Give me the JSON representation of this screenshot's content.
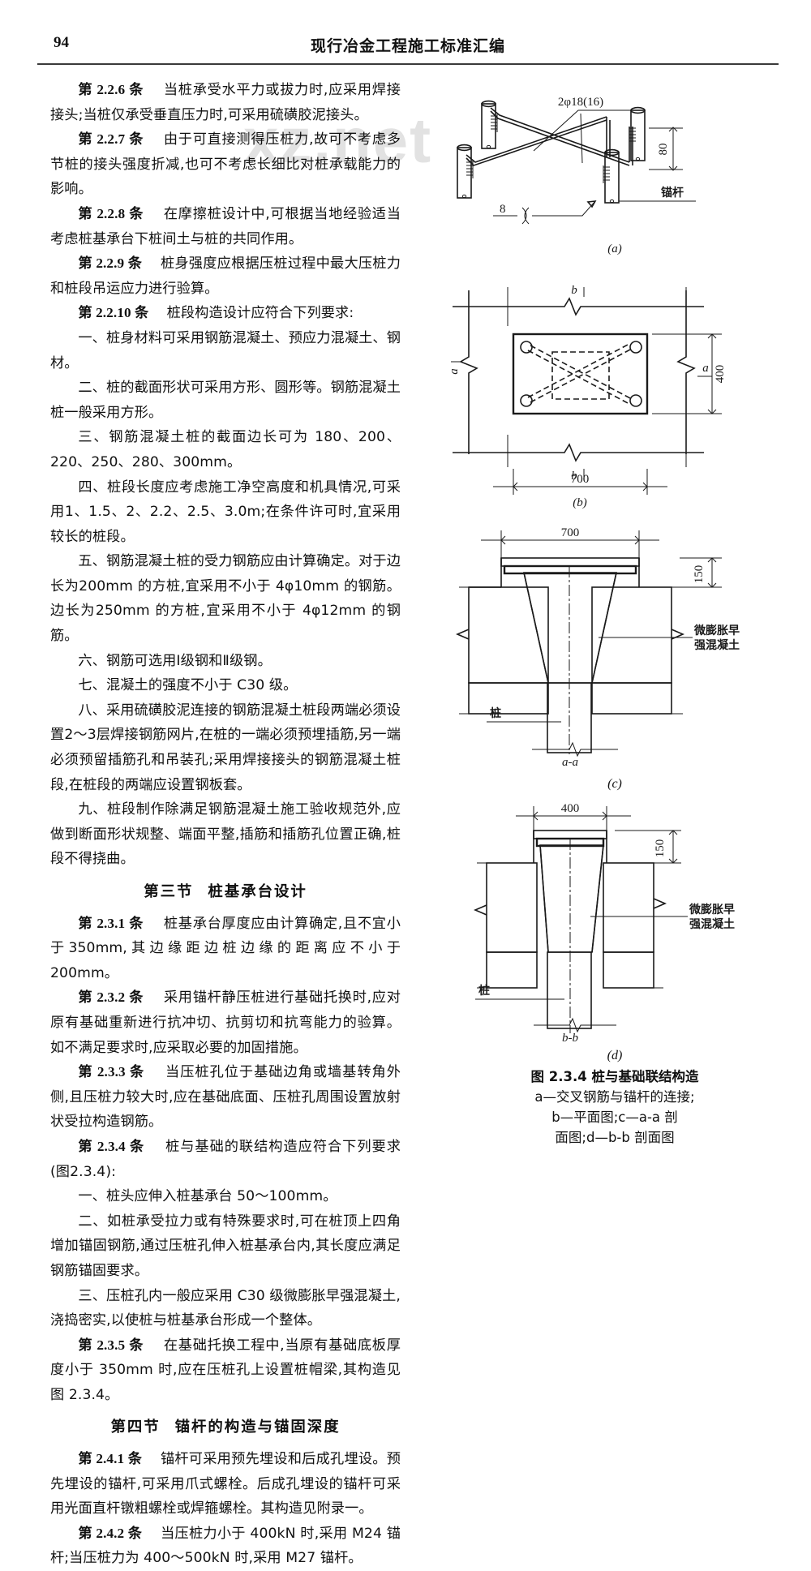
{
  "header": {
    "page_number": "94",
    "book_title": "现行冶金工程施工标准汇编"
  },
  "watermark": {
    "text": "xz.net"
  },
  "body": {
    "paragraphs": [
      {
        "label": "第 2.2.6 条",
        "text": "当桩承受水平力或拔力时,应采用焊接接头;当桩仅承受垂直压力时,可采用硫磺胶泥接头。"
      },
      {
        "label": "第 2.2.7 条",
        "text": "由于可直接测得压桩力,故可不考虑多节桩的接头强度折减,也可不考虑长细比对桩承载能力的影响。"
      },
      {
        "label": "第 2.2.8 条",
        "text": "在摩擦桩设计中,可根据当地经验适当考虑桩基承台下桩间土与桩的共同作用。"
      },
      {
        "label": "第 2.2.9 条",
        "text": "桩身强度应根据压桩过程中最大压桩力和桩段吊运应力进行验算。"
      },
      {
        "label": "第 2.2.10 条",
        "text": "桩段构造设计应符合下列要求:"
      },
      {
        "label": "",
        "text": "一、桩身材料可采用钢筋混凝土、预应力混凝土、钢材。"
      },
      {
        "label": "",
        "text": "二、桩的截面形状可采用方形、圆形等。钢筋混凝土桩一般采用方形。"
      },
      {
        "label": "",
        "text": "三、钢筋混凝土桩的截面边长可为 180、200、220、250、280、300mm。"
      },
      {
        "label": "",
        "text": "四、桩段长度应考虑施工净空高度和机具情况,可采用1、1.5、2、2.2、2.5、3.0m;在条件许可时,宜采用较长的桩段。"
      },
      {
        "label": "",
        "text": "五、钢筋混凝土桩的受力钢筋应由计算确定。对于边长为200mm 的方桩,宜采用不小于 4φ10mm 的钢筋。边长为250mm 的方桩,宜采用不小于 4φ12mm 的钢筋。"
      },
      {
        "label": "",
        "text": "六、钢筋可选用Ⅰ级钢和Ⅱ级钢。"
      },
      {
        "label": "",
        "text": "七、混凝土的强度不小于 C30 级。"
      },
      {
        "label": "",
        "text": "八、采用硫磺胶泥连接的钢筋混凝土桩段两端必须设置2～3层焊接钢筋网片,在桩的一端必须预埋插筋,另一端必须预留插筋孔和吊装孔;采用焊接接头的钢筋混凝土桩段,在桩段的两端应设置钢板套。"
      },
      {
        "label": "",
        "text": "九、桩段制作除满足钢筋混凝土施工验收规范外,应做到断面形状规整、端面平整,插筋和插筋孔位置正确,桩段不得挠曲。"
      }
    ],
    "section3": {
      "title_prefix": "第三节",
      "title": "桩基承台设计",
      "paragraphs": [
        {
          "label": "第 2.3.1 条",
          "text": "桩基承台厚度应由计算确定,且不宜小于350mm,其边缘距边桩边缘的距离应不小于 200mm。"
        },
        {
          "label": "第 2.3.2 条",
          "text": "采用锚杆静压桩进行基础托换时,应对原有基础重新进行抗冲切、抗剪切和抗弯能力的验算。如不满足要求时,应采取必要的加固措施。"
        },
        {
          "label": "第 2.3.3 条",
          "text": "当压桩孔位于基础边角或墙基转角外侧,且压桩力较大时,应在基础底面、压桩孔周围设置放射状受拉构造钢筋。"
        },
        {
          "label": "第 2.3.4 条",
          "text": "桩与基础的联结构造应符合下列要求(图2.3.4):"
        },
        {
          "label": "",
          "text": "一、桩头应伸入桩基承台 50～100mm。"
        },
        {
          "label": "",
          "text": "二、如桩承受拉力或有特殊要求时,可在桩顶上四角增加锚固钢筋,通过压桩孔伸入桩基承台内,其长度应满足钢筋锚固要求。"
        },
        {
          "label": "",
          "text": "三、压桩孔内一般应采用 C30 级微膨胀早强混凝土,浇捣密实,以使桩与桩基承台形成一个整体。"
        },
        {
          "label": "第 2.3.5 条",
          "text": "在基础托换工程中,当原有基础底板厚度小于 350mm 时,应在压桩孔上设置桩帽梁,其构造见图 2.3.4。"
        }
      ]
    },
    "section4": {
      "title_prefix": "第四节",
      "title": "锚杆的构造与锚固深度",
      "paragraphs": [
        {
          "label": "第 2.4.1 条",
          "text": "锚杆可采用预先埋设和后成孔埋设。预先埋设的锚杆,可采用爪式螺栓。后成孔埋设的锚杆可采用光面直杆镦粗螺栓或焊箍螺栓。其构造见附录一。"
        },
        {
          "label": "第 2.4.2 条",
          "text": "当压桩力小于 400kN 时,采用 M24 锚杆;当压桩力为 400～500kN 时,采用 M27 锚杆。"
        }
      ]
    }
  },
  "figures": {
    "fig_a": {
      "sub_label": "(a)",
      "rebar_label": "2φ18(16)",
      "dim_80": "80",
      "anchor_label": "锚杆",
      "weld_label": "8"
    },
    "fig_b": {
      "sub_label": "(b)",
      "section_b_top": "b",
      "section_b_bottom": "b",
      "section_a_left": "a",
      "section_a_right": "a",
      "dim_width": "700",
      "dim_height": "400"
    },
    "fig_c": {
      "sub_label": "(c)",
      "section_name": "a-a",
      "dim_width": "700",
      "dim_height": "150",
      "concrete_label_l1": "微膨胀早",
      "concrete_label_l2": "强混凝土",
      "pile_label": "桩"
    },
    "fig_d": {
      "sub_label": "(d)",
      "section_name": "b-b",
      "dim_width": "400",
      "dim_height": "150",
      "concrete_label_l1": "微膨胀早",
      "concrete_label_l2": "强混凝土",
      "pile_label": "桩"
    },
    "caption": {
      "line1": "图 2.3.4    桩与基础联结构造",
      "line2": "a—交叉钢筋与锚杆的连接;",
      "line3": "b—平面图;c—a-a 剖",
      "line4": "面图;d—b-b 剖面图"
    }
  }
}
